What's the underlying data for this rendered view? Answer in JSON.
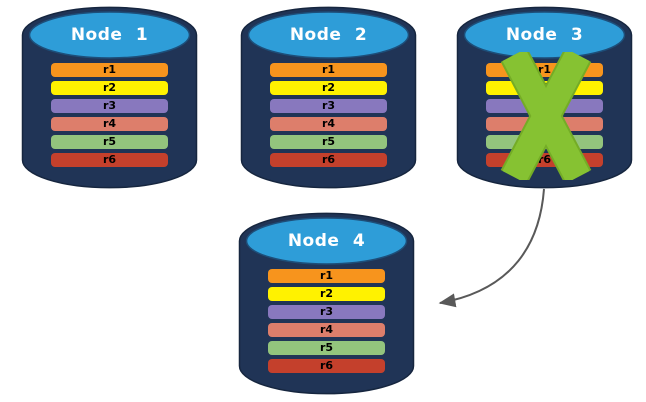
{
  "diagram": {
    "colors": {
      "background": "#FFFFFF",
      "cylinder_body": "#203456",
      "cylinder_outline": "#16263F",
      "cylinder_top": "#2E9DD8",
      "cylinder_top_stroke": "#1D4E79",
      "node_title_text": "#FFFFFF",
      "row_label_text": "#000000",
      "failure_x": "#86C232",
      "failure_x_outline": "#74AC26",
      "arrow": "#595959"
    },
    "nodes": [
      {
        "title": "Node 1",
        "failed": false,
        "rows": [
          {
            "label": "r1",
            "color": "#F7941D"
          },
          {
            "label": "r2",
            "color": "#FFF200"
          },
          {
            "label": "r3",
            "color": "#8878BE"
          },
          {
            "label": "r4",
            "color": "#DD7E6B"
          },
          {
            "label": "r5",
            "color": "#93C47D"
          },
          {
            "label": "r6",
            "color": "#C4402C"
          }
        ]
      },
      {
        "title": "Node 2",
        "failed": false,
        "rows": [
          {
            "label": "r1",
            "color": "#F7941D"
          },
          {
            "label": "r2",
            "color": "#FFF200"
          },
          {
            "label": "r3",
            "color": "#8878BE"
          },
          {
            "label": "r4",
            "color": "#DD7E6B"
          },
          {
            "label": "r5",
            "color": "#93C47D"
          },
          {
            "label": "r6",
            "color": "#C4402C"
          }
        ]
      },
      {
        "title": "Node 3",
        "failed": true,
        "rows": [
          {
            "label": "r1",
            "color": "#F7941D"
          },
          {
            "label": "r2",
            "color": "#FFF200"
          },
          {
            "label": "r3",
            "color": "#8878BE"
          },
          {
            "label": "r4",
            "color": "#DD7E6B"
          },
          {
            "label": "r5",
            "color": "#93C47D"
          },
          {
            "label": "r6",
            "color": "#C4402C"
          }
        ]
      },
      {
        "title": "Node 4",
        "failed": false,
        "rows": [
          {
            "label": "r1",
            "color": "#F7941D"
          },
          {
            "label": "r2",
            "color": "#FFF200"
          },
          {
            "label": "r3",
            "color": "#8878BE"
          },
          {
            "label": "r4",
            "color": "#DD7E6B"
          },
          {
            "label": "r5",
            "color": "#93C47D"
          },
          {
            "label": "r6",
            "color": "#C4402C"
          }
        ]
      }
    ],
    "failure_mark": {
      "node": "Node 3",
      "symbol": "X"
    },
    "arrow": {
      "from": "Node 3",
      "to": "Node 4"
    }
  }
}
